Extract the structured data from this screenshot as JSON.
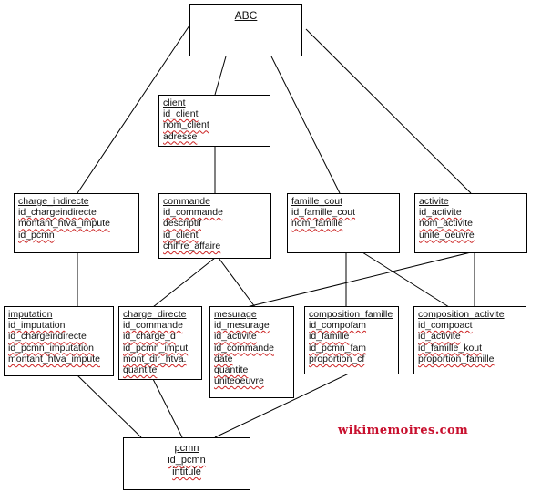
{
  "root": {
    "name": "ABC"
  },
  "entities": {
    "client": {
      "name": "client",
      "fields": [
        "id_client",
        "nom_client",
        "adresse"
      ]
    },
    "charge_indirecte": {
      "name": "charge_indirecte",
      "fields": [
        "id_chargeindirecte",
        "montant_htva_impute",
        "id_pcmn"
      ]
    },
    "commande": {
      "name": "commande",
      "fields": [
        "id_commande",
        "descriptif",
        "id_client",
        "chiffre_affaire"
      ]
    },
    "famille_cout": {
      "name": "famille_cout",
      "fields": [
        "id_famille_cout",
        "nom_famille"
      ]
    },
    "activite": {
      "name": "activite",
      "fields": [
        "id_activite",
        "nom_activite",
        "unite_oeuvre"
      ]
    },
    "imputation": {
      "name": "imputation",
      "fields": [
        "id_imputation",
        "id_chargeindirecte",
        "id_pcmn_imputation",
        "montant_htva_impute"
      ]
    },
    "charge_directe": {
      "name": "charge_directe",
      "fields": [
        "id_commande",
        "id_charge_d",
        "id_pcmn_imput",
        "mont_dir_htva.",
        "quantite"
      ]
    },
    "mesurage": {
      "name": "mesurage",
      "fields": [
        "id_mesurage",
        "id_activite",
        "id_commande",
        "date",
        "quantite",
        "uniteoeuvre"
      ]
    },
    "composition_famille": {
      "name": "composition_famille",
      "fields": [
        "id_compofam",
        "id_famille",
        "id_pcmn_fam",
        "proportion_cf"
      ]
    },
    "composition_activite": {
      "name": "composition_activite",
      "fields": [
        "id_compoact",
        "id_activite",
        "id_famille_kout",
        "proportion_famille"
      ]
    },
    "pcmn": {
      "name": "pcmn",
      "fields": [
        "id_pcmn",
        "intitule"
      ]
    }
  },
  "watermark": "wikimemoires.com",
  "colors": {
    "line": "#000000",
    "border": "#000000",
    "text": "#111111",
    "watermark": "#c8102e",
    "spellcheck": "#cc2222"
  }
}
